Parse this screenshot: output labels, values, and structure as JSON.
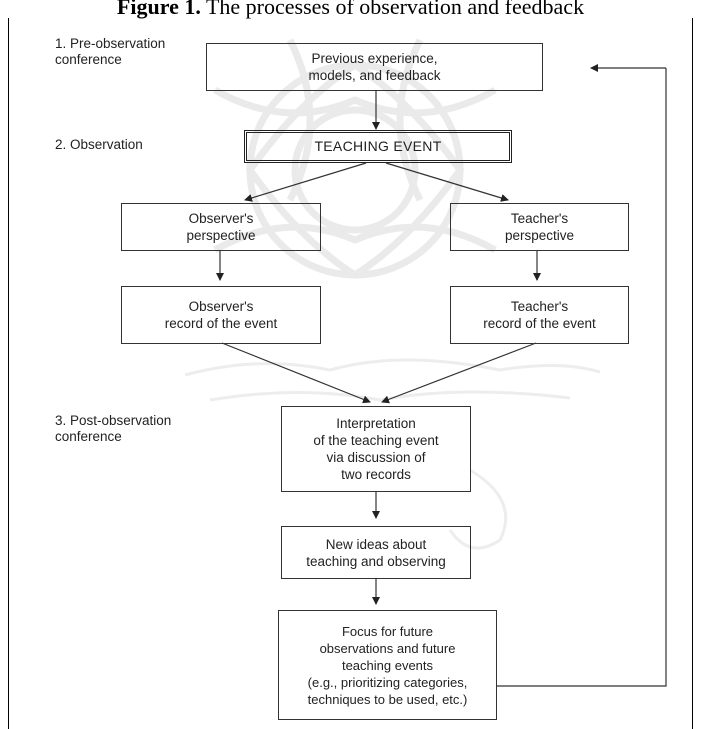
{
  "caption": {
    "prefix": "Figure 1.",
    "text": " The processes of observation and feedback"
  },
  "stages": [
    {
      "id": "pre",
      "label": "1. Pre-observation\nconference"
    },
    {
      "id": "obs",
      "label": "2. Observation"
    },
    {
      "id": "post",
      "label": "3. Post-observation\nconference"
    }
  ],
  "boxes": {
    "previous": "Previous experience,\nmodels, and feedback",
    "teaching_event": "TEACHING EVENT",
    "observer_perspective": "Observer's\nperspective",
    "teacher_perspective": "Teacher's\nperspective",
    "observer_record": "Observer's\nrecord of the event",
    "teacher_record": "Teacher's\nrecord of the event",
    "interpretation": "Interpretation\nof the teaching event\nvia discussion of\ntwo records",
    "new_ideas": "New ideas about\nteaching and observing",
    "focus": "Focus for future\nobservations and future\nteaching events\n(e.g., prioritizing categories,\ntechniques to be used, etc.)"
  }
}
